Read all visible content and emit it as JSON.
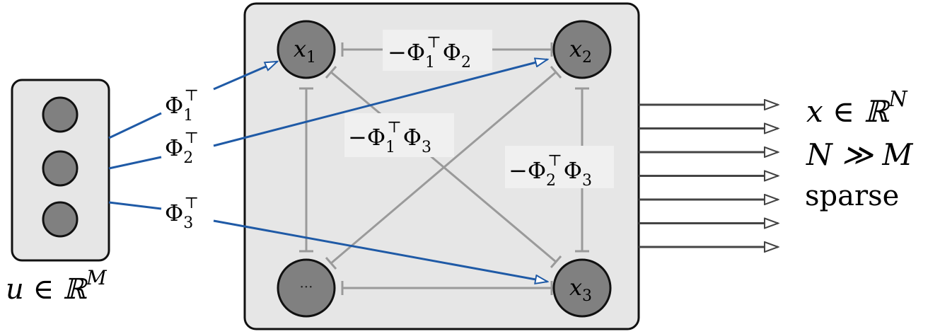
{
  "input_label": {
    "base": "u ∈ ℝ",
    "sup": "M"
  },
  "input_units": [
    "",
    "",
    ""
  ],
  "feed": [
    {
      "base": "Φ",
      "sub": "1",
      "sup": "⊤"
    },
    {
      "base": "Φ",
      "sub": "2",
      "sup": "⊤"
    },
    {
      "base": "Φ",
      "sub": "3",
      "sup": "⊤"
    }
  ],
  "nodes": [
    {
      "base": "x",
      "sub": "1"
    },
    {
      "base": "x",
      "sub": "2"
    },
    {
      "base": "x",
      "sub": "3"
    },
    {
      "base": "···",
      "sub": ""
    }
  ],
  "inhibition": [
    {
      "minus": "−Φ",
      "sub1": "1",
      "sup1": "⊤",
      "mid": "Φ",
      "sub2": "2"
    },
    {
      "minus": "−Φ",
      "sub1": "1",
      "sup1": "⊤",
      "mid": "Φ",
      "sub2": "3"
    },
    {
      "minus": "−Φ",
      "sub1": "2",
      "sup1": "⊤",
      "mid": "Φ",
      "sub2": "3"
    }
  ],
  "output": {
    "line1": {
      "base": "x ∈ ℝ",
      "sup": "N"
    },
    "line2": "N ≫ M",
    "line3": "sparse",
    "arrow_count": 7
  },
  "colors": {
    "feed": "#1f5aa6",
    "inhibit": "#9a9a9a",
    "output_arrow": "#444444",
    "node_fill": "#808080",
    "panel_fill": "#e6e6e6"
  }
}
